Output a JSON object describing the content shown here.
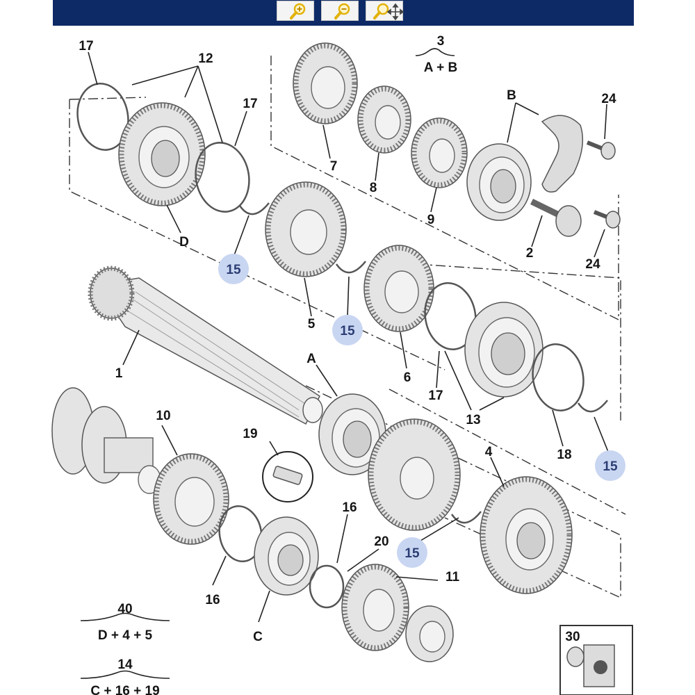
{
  "toolbar": {
    "buttons": [
      {
        "name": "zoom-in-button",
        "icon": "zoom-in-icon"
      },
      {
        "name": "zoom-out-button",
        "icon": "zoom-out-icon"
      },
      {
        "name": "zoom-pan-button",
        "icon": "zoom-pan-icon"
      }
    ],
    "background_color": "#0e2a66",
    "icon_color": "#e2b20a"
  },
  "labels": {
    "l17a": "17",
    "l12": "12",
    "l17b": "17",
    "l3": "3",
    "lAB": "A + B",
    "lB": "B",
    "l24a": "24",
    "l7": "7",
    "l8": "8",
    "l9": "9",
    "l2": "2",
    "l24b": "24",
    "lD": "D",
    "l15a": "15",
    "l5": "5",
    "l15b": "15",
    "l6": "6",
    "l1": "1",
    "lA": "A",
    "l17c": "17",
    "l13": "13",
    "l18": "18",
    "l15c": "15",
    "l40": "40",
    "lD45": "D + 4 + 5",
    "l10": "10",
    "l19": "19",
    "l4": "4",
    "l16a": "16",
    "l20": "20",
    "l11": "11",
    "l15d": "15",
    "l16b": "16",
    "lC": "C",
    "l14": "14",
    "lC1619": "C + 16 + 19",
    "l30": "30"
  },
  "highlight_color": "#c9d6f2"
}
